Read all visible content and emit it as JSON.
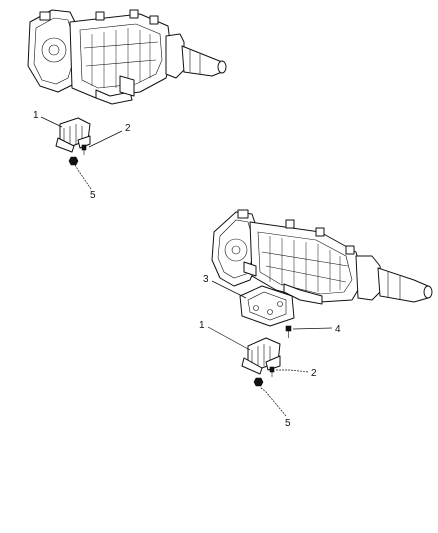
{
  "callouts": {
    "top": {
      "part1": "1",
      "part2": "2",
      "part5": "5"
    },
    "bottom": {
      "part3": "3",
      "part1": "1",
      "part4": "4",
      "part2": "2",
      "part5": "5"
    }
  }
}
